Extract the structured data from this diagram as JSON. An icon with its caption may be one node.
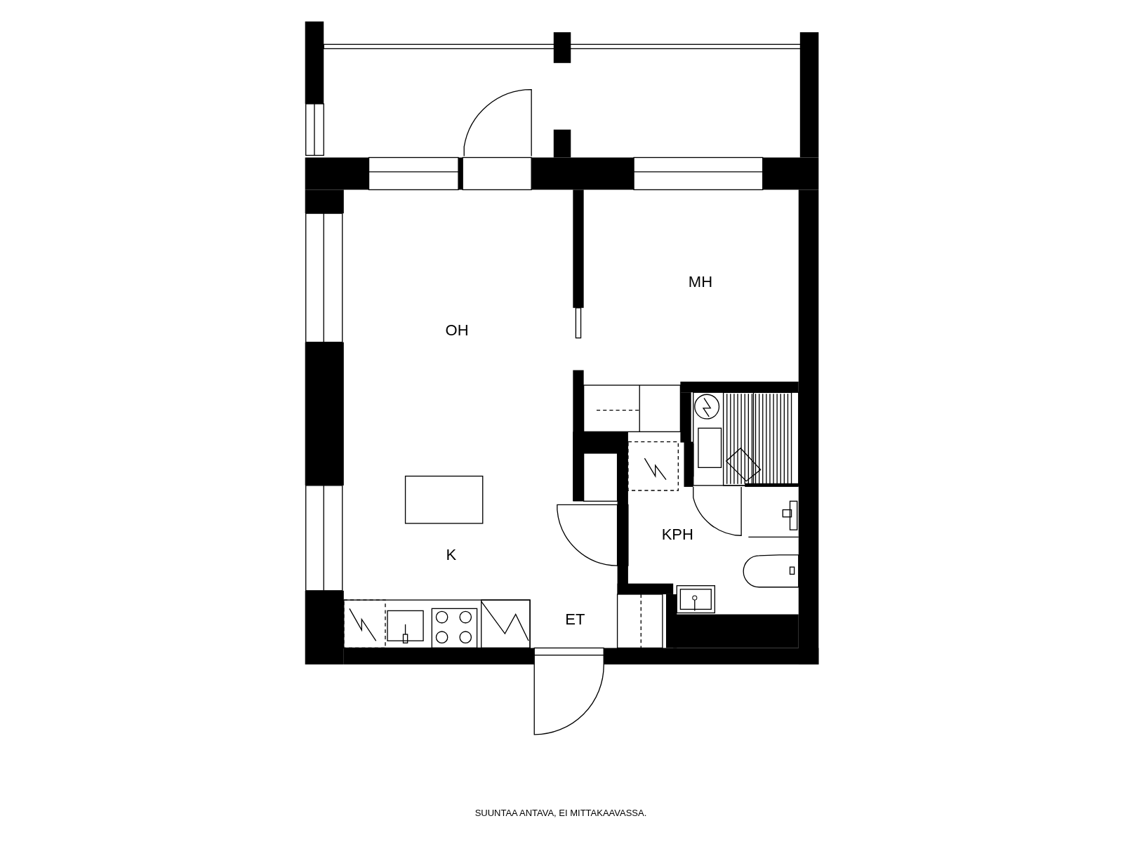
{
  "diagram": {
    "caption": "SUUNTAA ANTAVA, EI MITTAKAAVASSA.",
    "nodes": [
      {
        "text": [
          "OH"
        ]
      },
      {
        "text": [
          "MH"
        ]
      },
      {
        "text": [
          "K"
        ]
      },
      {
        "text": [
          "KPH"
        ]
      },
      {
        "text": [
          "ET"
        ]
      }
    ],
    "edges": []
  }
}
